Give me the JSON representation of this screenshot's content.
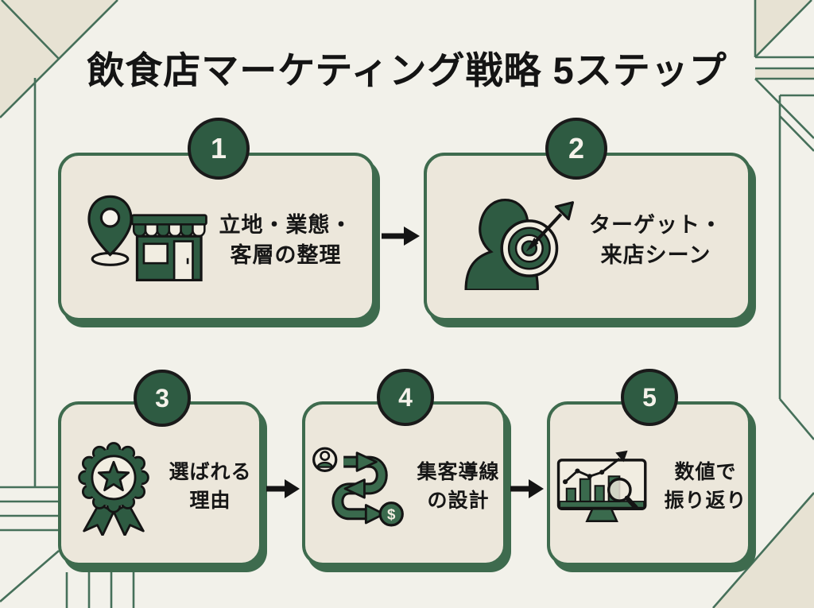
{
  "title": "飲食店マーケティング戦略 5ステップ",
  "steps": [
    {
      "number": "1",
      "label_line1": "立地・業態・",
      "label_line2": "客層の整理",
      "icon": "location-store-icon"
    },
    {
      "number": "2",
      "label_line1": "ターゲット・",
      "label_line2": "来店シーン",
      "icon": "target-audience-icon"
    },
    {
      "number": "3",
      "label_line1": "選ばれる",
      "label_line2": "理由",
      "icon": "award-ribbon-icon"
    },
    {
      "number": "4",
      "label_line1": "集客導線",
      "label_line2": "の設計",
      "icon": "customer-flow-icon"
    },
    {
      "number": "5",
      "label_line1": "数値で",
      "label_line2": "振り返り",
      "icon": "analytics-review-icon"
    }
  ],
  "icon_symbols": {
    "dollar": "$"
  },
  "colors": {
    "background": "#f2f1ea",
    "card_fill": "#ece7db",
    "border_green": "#3e6b4e",
    "icon_green": "#2e5b42",
    "decor_line_green": "#46705a",
    "corner_beige": "#e7e2d3",
    "text_black": "#141414",
    "badge_text": "#f5f2ea"
  }
}
